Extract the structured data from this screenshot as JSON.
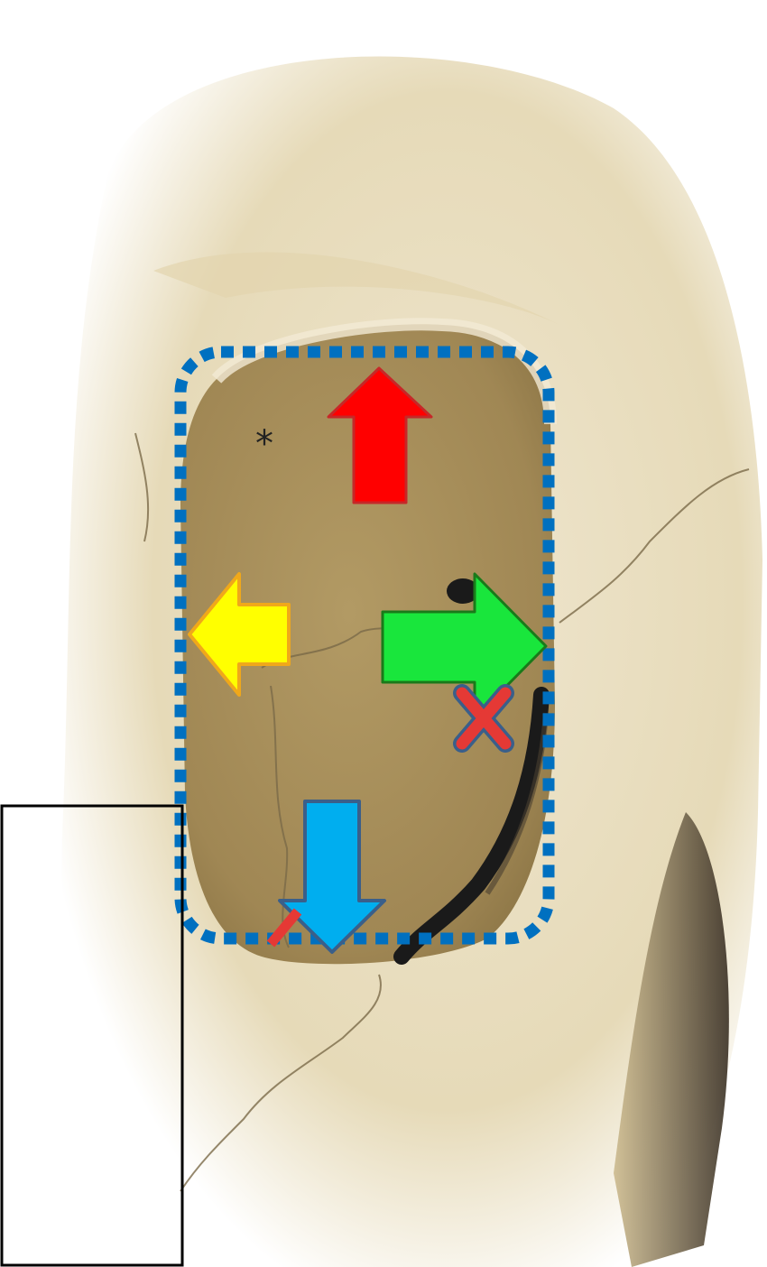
{
  "figure": {
    "subject": "orbit-anatomy-diagram",
    "colors": {
      "background": "#ffffff",
      "bone_light": "#efe6cf",
      "bone_mid": "#d8c89f",
      "orbit_cavity": "#a8905c",
      "fissure": "#1a1a1a",
      "outline_box": "#000000"
    }
  },
  "markers": {
    "asterisk": "*",
    "x_mark_color": "#e53935",
    "line_mark_color": "#e53935"
  },
  "arrows": [
    {
      "name": "superior",
      "direction": "up",
      "color": "#ff0000",
      "stroke": "#c62828"
    },
    {
      "name": "medial",
      "direction": "left",
      "color": "#ffff00",
      "stroke": "#f0a81a"
    },
    {
      "name": "lateral",
      "direction": "right",
      "color": "#19e63c",
      "stroke": "#1a7a1a"
    },
    {
      "name": "inferior",
      "direction": "down",
      "color": "#00aeef",
      "stroke": "#3a5f8a"
    }
  ],
  "orbit_outline": {
    "style": "dotted",
    "color": "#0070c0"
  }
}
